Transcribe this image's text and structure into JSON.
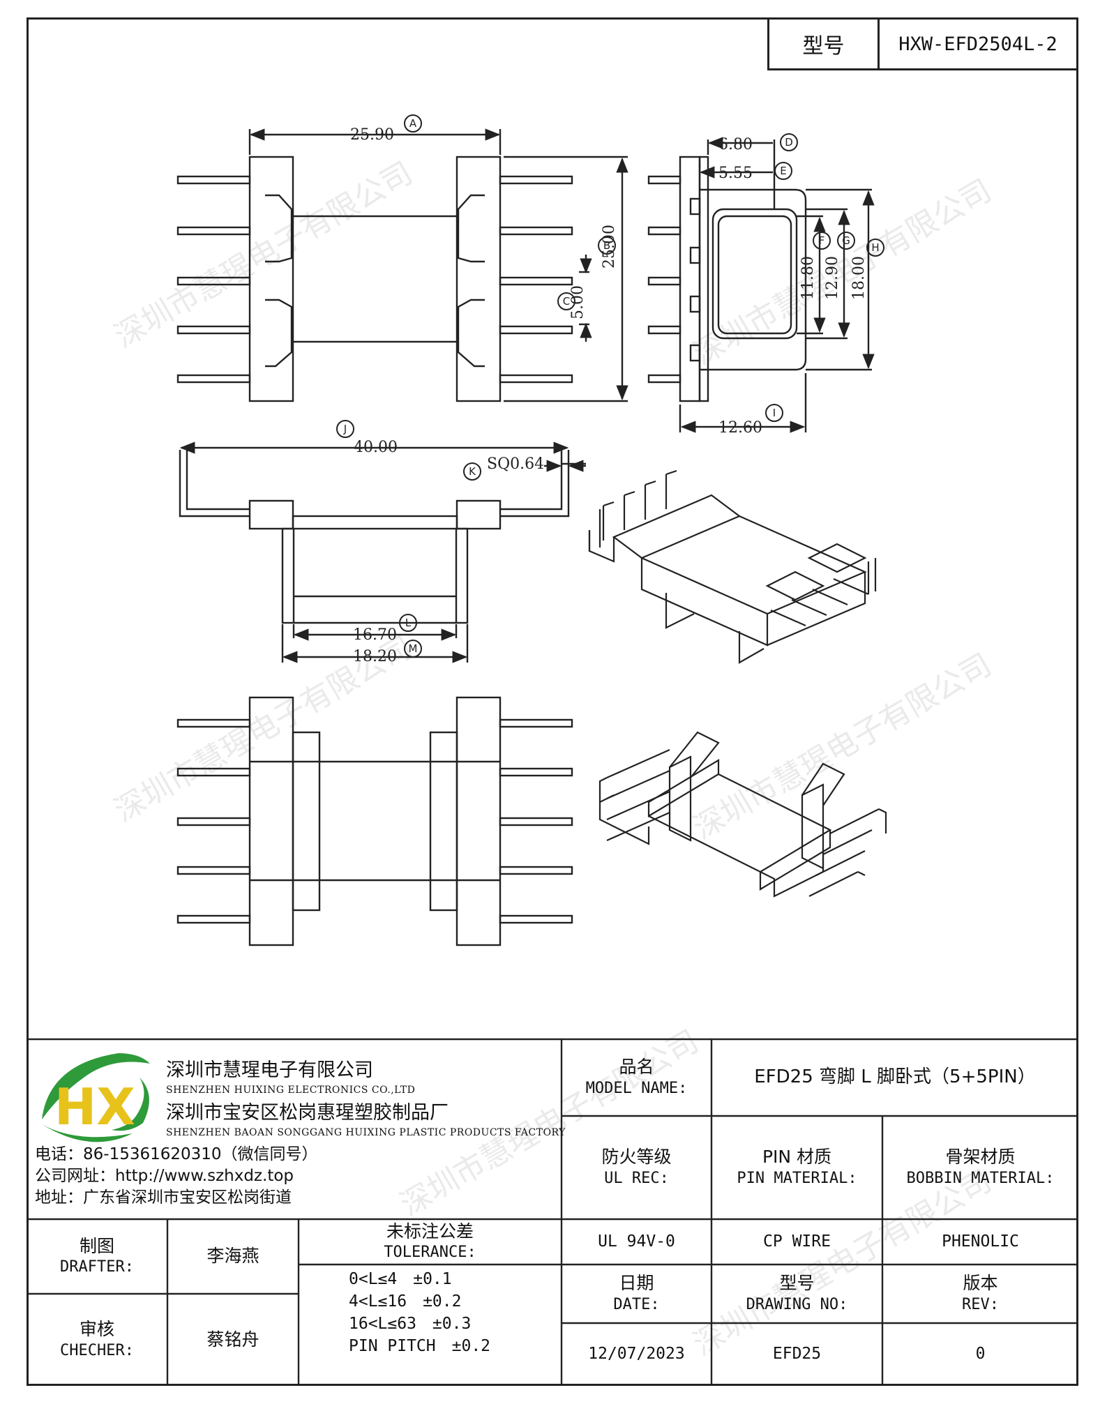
{
  "header": {
    "model_label": "型号",
    "model_value": "HXW-EFD2504L-2"
  },
  "dimensions": {
    "A": "25.90",
    "B": "25.00",
    "C": "5.00",
    "D": "6.80",
    "E": "5.55",
    "F": "11.80",
    "G": "12.90",
    "H": "18.00",
    "I": "12.60",
    "J": "40.00",
    "K": "SQ0.64",
    "L": "16.70",
    "M": "18.20"
  },
  "callouts": [
    "A",
    "B",
    "C",
    "D",
    "E",
    "F",
    "G",
    "H",
    "I",
    "J",
    "K",
    "L",
    "M"
  ],
  "company": {
    "name_cn": "深圳市慧瑆电子有限公司",
    "name_en": "SHENZHEN HUIXING ELECTRONICS CO.,LTD",
    "factory_cn": "深圳市宝安区松岗惠瑆塑胶制品厂",
    "factory_en": "SHENZHEN BAOAN SONGGANG HUIXING PLASTIC PRODUCTS FACTORY",
    "phone": "电话：86-15361620310（微信同号）",
    "website": "公司网址：http://www.szhxdz.top",
    "address": "地址：广东省深圳市宝安区松岗街道"
  },
  "logo": {
    "text": "HX",
    "green": "#2e9a3a",
    "yellow": "#e7c21a"
  },
  "model_name": {
    "label_cn": "品名",
    "label_en": "MODEL NAME:",
    "value": "EFD25 弯脚 L 脚卧式（5+5PIN）"
  },
  "fire_rating": {
    "label_cn": "防火等级",
    "label_en": "UL REC:",
    "value": "UL 94V-0"
  },
  "pin_material": {
    "label_cn": "PIN 材质",
    "label_en": "PIN MATERIAL:",
    "value": "CP WIRE"
  },
  "bobbin_material": {
    "label_cn": "骨架材质",
    "label_en": "BOBBIN MATERIAL:",
    "value": "PHENOLIC"
  },
  "drafter": {
    "label_cn": "制图",
    "label_en": "DRAFTER:",
    "name": "李海燕"
  },
  "checker": {
    "label_cn": "审核",
    "label_en": "CHECHER:",
    "name": "蔡铭舟"
  },
  "tolerance": {
    "label_cn": "未标注公差",
    "label_en": "TOLERANCE:",
    "rows": [
      "0<L≤4　±0.1",
      "4<L≤16　±0.2",
      "16<L≤63　±0.3",
      "PIN PITCH　±0.2"
    ]
  },
  "date": {
    "label_cn": "日期",
    "label_en": "DATE:",
    "value": "12/07/2023"
  },
  "drawing_no": {
    "label_cn": "型号",
    "label_en": "DRAWING NO:",
    "value": "EFD25"
  },
  "revision": {
    "label_cn": "版本",
    "label_en": "REV:",
    "value": "0"
  },
  "watermark": "深圳市慧瑆电子有限公司"
}
